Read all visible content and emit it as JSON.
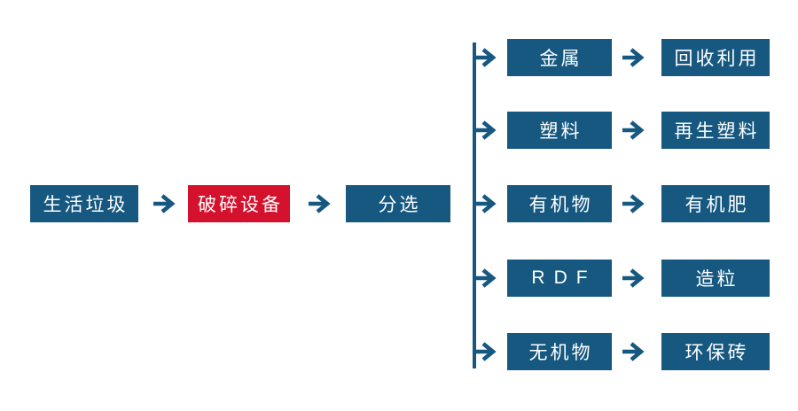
{
  "diagram": {
    "type": "flowchart",
    "background": "#FFFFFF",
    "colors": {
      "node_blue": "#165880",
      "node_red": "#D5122D",
      "arrow": "#165880",
      "trunk_line": "#165880",
      "node_text": "#FFFFFF"
    },
    "main_chain": [
      {
        "label": "生活垃圾"
      },
      {
        "label": "破碎设备"
      },
      {
        "label": "分选"
      }
    ],
    "branches": [
      {
        "source": "金属",
        "result": "回收利用"
      },
      {
        "source": "塑料",
        "result": "再生塑料"
      },
      {
        "source": "有机物",
        "result": "有机肥"
      },
      {
        "source": "RDF",
        "result": "造粒"
      },
      {
        "source": "无机物",
        "result": "环保砖"
      }
    ]
  }
}
